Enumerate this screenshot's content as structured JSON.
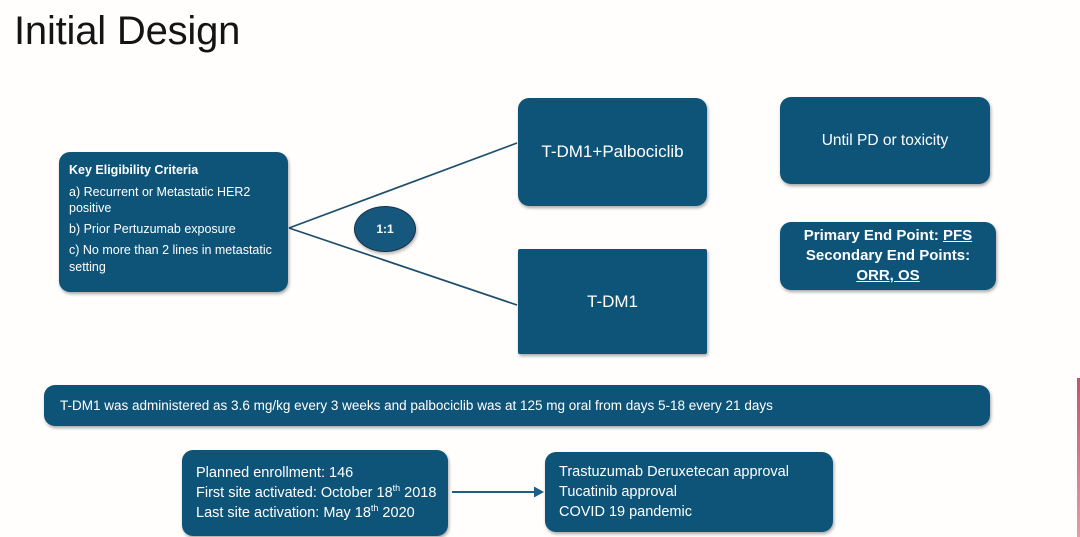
{
  "slide": {
    "title": "Initial Design",
    "accent_color": "#0e5479",
    "text_color": "#ffffff",
    "background_color": "#fffefd",
    "edge_accent_color": "#c4546d"
  },
  "eligibility": {
    "heading": "Key Eligibility Criteria",
    "items": [
      "a) Recurrent or Metastatic HER2 positive",
      "b) Prior Pertuzumab exposure",
      "c) No more than 2 lines in metastatic setting"
    ]
  },
  "randomization": {
    "ratio_label": "1:1"
  },
  "arms": [
    {
      "label": "T-DM1+Palbociclib"
    },
    {
      "label": "T-DM1"
    }
  ],
  "duration": {
    "label": "Until PD or toxicity"
  },
  "endpoints": {
    "primary_prefix": "Primary End Point: ",
    "primary_value": "PFS",
    "secondary_prefix": "Secondary End Points:",
    "secondary_value": "ORR, OS"
  },
  "dosing": {
    "text": "T-DM1 was administered as 3.6 mg/kg every 3 weeks and palbociclib was at 125 mg oral from days 5-18 every 21 days"
  },
  "enrollment": {
    "line1": "Planned enrollment: 146",
    "line2_prefix": "First site activated: October 18",
    "line2_sup": "th",
    "line2_suffix": " 2018",
    "line3_prefix": "Last site activation: May 18",
    "line3_sup": "th",
    "line3_suffix": " 2020"
  },
  "external_events": {
    "lines": [
      "Trastuzumab Deruxetecan approval",
      "Tucatinib approval",
      "COVID 19 pandemic"
    ]
  }
}
